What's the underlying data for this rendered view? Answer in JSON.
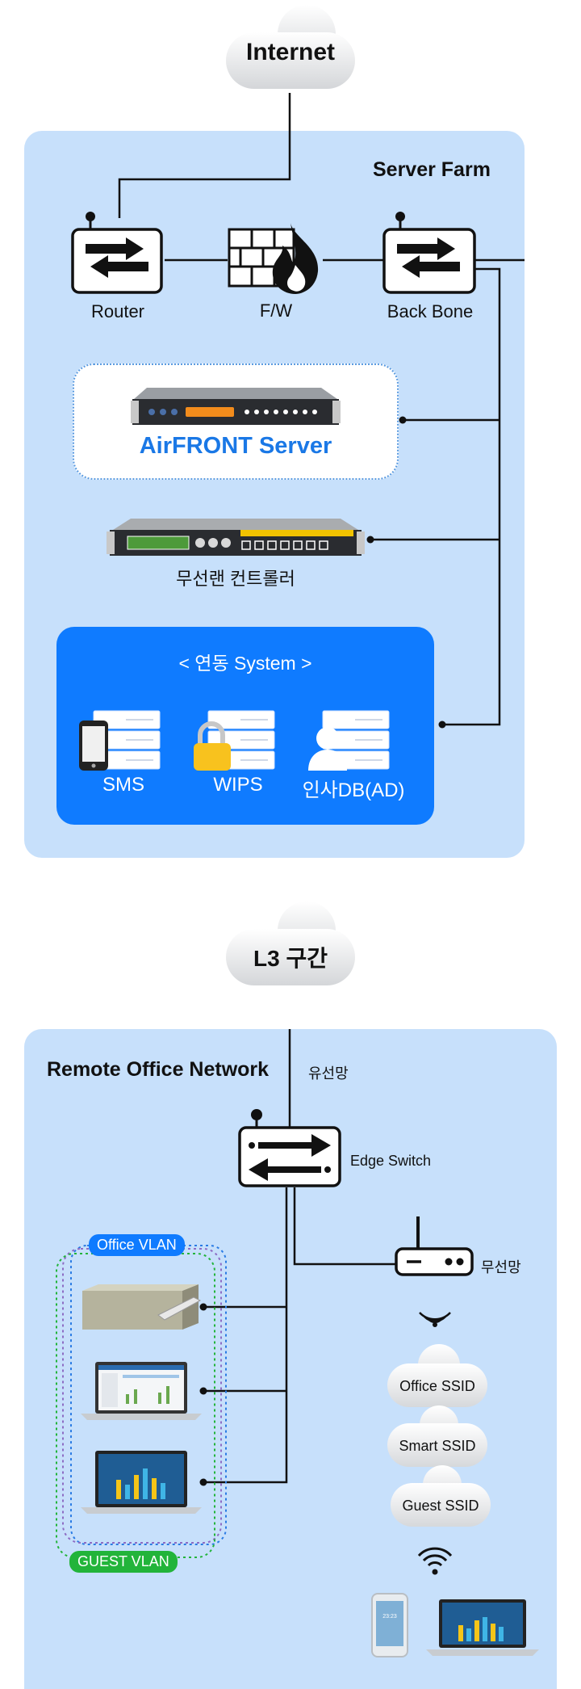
{
  "clouds": {
    "internet": "Internet",
    "l3": "L3 구간"
  },
  "server_farm": {
    "title": "Server Farm",
    "router": "Router",
    "firewall": "F/W",
    "backbone": "Back Bone",
    "airfront": "AirFRONT Server",
    "wlan_controller": "무선랜 컨트롤러",
    "link_system": {
      "title": "< 연동 System >",
      "items": [
        "SMS",
        "WIPS",
        "인사DB(AD)"
      ]
    }
  },
  "remote_office": {
    "title": "Remote Office Network",
    "wired": "유선망",
    "edge_switch": "Edge Switch",
    "wireless": "무선망",
    "office_vlan": "Office VLAN",
    "guest_vlan": "GUEST VLAN",
    "ssids": [
      "Office SSID",
      "Smart SSID",
      "Guest SSID"
    ],
    "phone_screen_text": "23:23"
  },
  "colors": {
    "panel": "#c7e0fb",
    "accent_blue": "#0f7bff",
    "airfront_text": "#1a78e6",
    "guest_vlan": "#22b43a",
    "firewall_flame": "#111111"
  }
}
